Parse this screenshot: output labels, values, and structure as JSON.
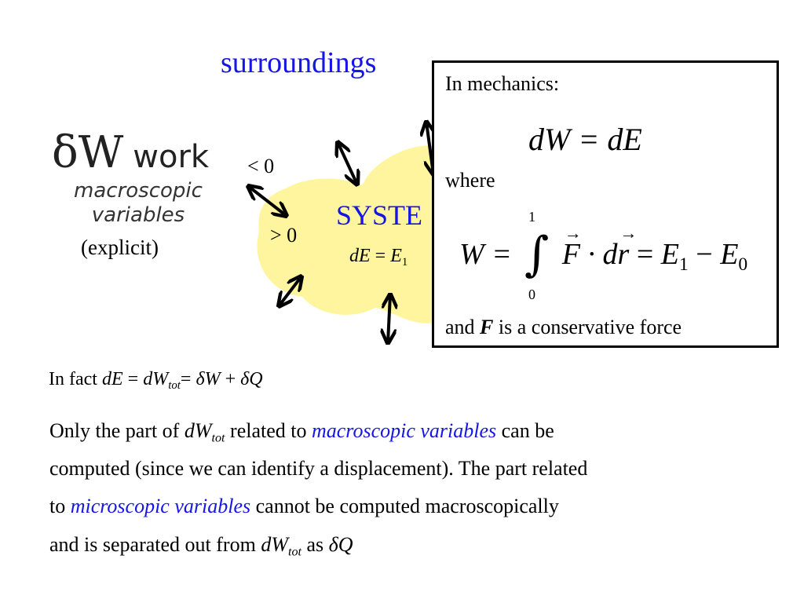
{
  "diagram": {
    "surroundings": "surroundings",
    "system": "SYSTE",
    "system_eq_lhs": "dE",
    "system_eq_rhs": "E",
    "system_eq_sub": "1",
    "less_than_zero": "< 0",
    "greater_than_zero": "> 0",
    "work_symbol": "δW",
    "work_word": "work",
    "macro_line1": "macroscopic",
    "macro_line2": "variables",
    "explicit": "(explicit)",
    "blob_color": "#fff59e"
  },
  "mechanics_box": {
    "title": "In mechanics:",
    "eq1": "dW = dE",
    "where": "where",
    "upper_limit": "1",
    "lower_limit": "0",
    "integral": "∫",
    "eq2_lhs": "W =",
    "eq2_F": "F",
    "eq2_dot": " · d",
    "eq2_r": "r",
    "eq2_eq": " = ",
    "eq2_E": "E",
    "eq2_sub1": "1",
    "eq2_minus": " − ",
    "eq2_sub0": "0",
    "cons_pre": "and ",
    "cons_F": "F",
    "cons_post": " is a conservative force"
  },
  "text": {
    "fact_pre": "In fact ",
    "fact_dE": "dE",
    "fact_eq1": " = ",
    "fact_dW": "dW",
    "fact_tot": "tot",
    "fact_eq2": "= ",
    "fact_dWs": "δW",
    "fact_plus": " + ",
    "fact_dQ": "δQ",
    "p1_a": "Only the part of ",
    "p1_dW": "dW",
    "p1_tot": "tot",
    "p1_b": " related to ",
    "p1_macro": "macroscopic variables",
    "p1_c": " can be",
    "p2": "computed (since we can identify a displacement). The part related",
    "p3_a": "to ",
    "p3_micro": "microscopic variables",
    "p3_b": " cannot be computed macroscopically",
    "p4_a": "and is separated out from ",
    "p4_dW": "dW",
    "p4_tot": "tot",
    "p4_b": " as ",
    "p4_dQ": "δQ"
  },
  "colors": {
    "accent_blue": "#1515e6",
    "blob_yellow": "#fff59e"
  }
}
